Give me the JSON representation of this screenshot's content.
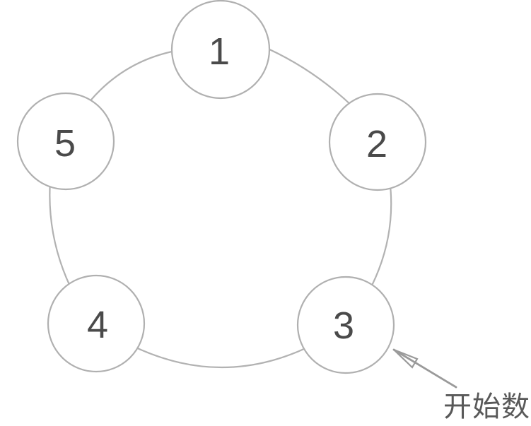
{
  "diagram": {
    "type": "circular-counting-ring",
    "description": "Five numbered circles arranged in a ring, counting starts at circle 3",
    "nodes": [
      {
        "label": "1"
      },
      {
        "label": "2"
      },
      {
        "label": "3"
      },
      {
        "label": "4"
      },
      {
        "label": "5"
      }
    ],
    "annotation": {
      "text": "开始数",
      "points_to_node": "3"
    },
    "colors": {
      "background": "#ffffff",
      "ring_stroke": "#b2b2b2",
      "circle_stroke": "#b0b0b0",
      "circle_fill": "#ffffff",
      "number_text": "#4a4a4a",
      "arrow": "#9a9a9a",
      "annotation_text": "#595959"
    }
  }
}
